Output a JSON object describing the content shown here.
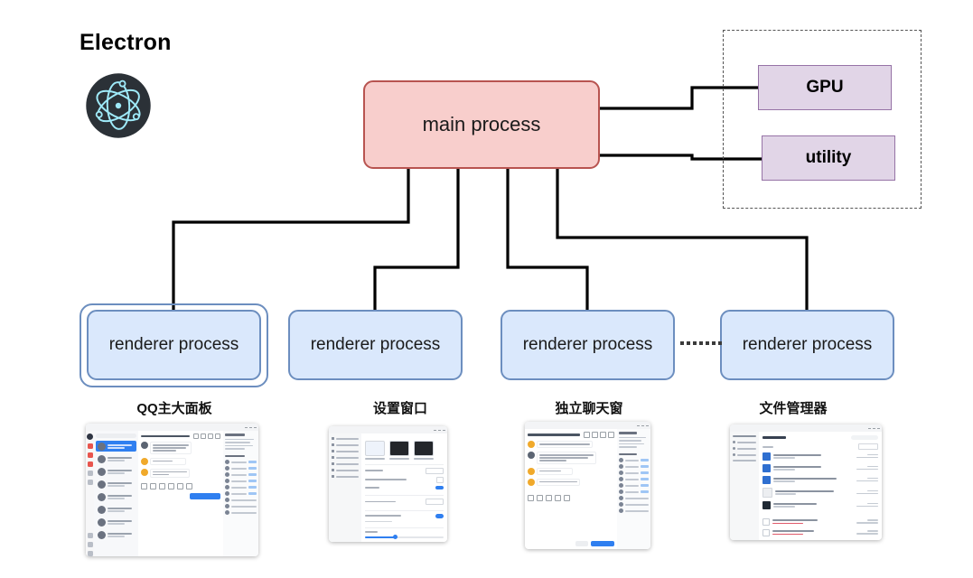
{
  "brand": {
    "title": "Electron",
    "logo_icon": "electron-atom-logo",
    "logo_bg": "#2b3137",
    "logo_stroke": "#9feaf9"
  },
  "diagram": {
    "main_process": {
      "label": "main process",
      "fill": "#f8cecc",
      "stroke": "#b85450"
    },
    "satellites": [
      {
        "label": "GPU",
        "icon": "gpu-process-box"
      },
      {
        "label": "utility",
        "icon": "utility-process-box"
      }
    ],
    "satellite_fill": "#e1d5e7",
    "satellite_stroke": "#9673a6",
    "group_border_style": "dashed",
    "renderers": [
      {
        "label": "renderer process",
        "caption": "QQ主大面板",
        "selected": true
      },
      {
        "label": "renderer process",
        "caption": "设置窗口",
        "selected": false
      },
      {
        "label": "renderer process",
        "caption": "独立聊天窗",
        "selected": false
      },
      {
        "label": "renderer process",
        "caption": "文件管理器",
        "selected": false
      }
    ],
    "renderer_fill": "#dae8fc",
    "renderer_stroke": "#6c8ebf",
    "ellipsis_icon": "dotted-ellipsis",
    "connector_color": "#000000"
  },
  "thumbnails": {
    "qq_main_panel": {
      "name": "qq-main-panel-screenshot",
      "accent": "#2f7ff0",
      "rail_badge_color": "#e8554e",
      "selected_item_index": 0,
      "chat_items": 7,
      "messages": 4,
      "members": 11
    },
    "settings_window": {
      "name": "settings-window-screenshot",
      "accent": "#2f7ff0",
      "theme_swatches": [
        "light",
        "dark",
        "dark"
      ],
      "sidebar_items": 7,
      "toggles": 2,
      "slider_percent": 38
    },
    "standalone_chat": {
      "name": "standalone-chat-window-screenshot",
      "accent": "#2f7ff0",
      "messages": 4,
      "members": 11,
      "buttons": [
        "cancel",
        "confirm"
      ]
    },
    "file_manager": {
      "name": "file-manager-screenshot",
      "accent": "#2f6fd0",
      "sidebar_items": 5,
      "file_rows": 7,
      "groups": 2
    }
  }
}
